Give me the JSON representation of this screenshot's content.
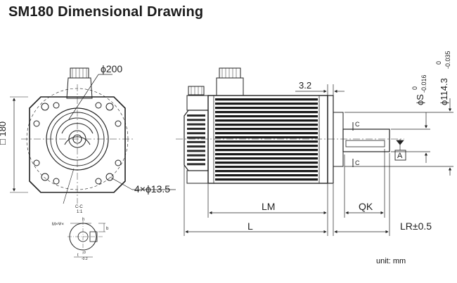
{
  "title": "SM180 Dimensional Drawing",
  "unit_note": "unit: mm",
  "front_view": {
    "square_label": "□ 180",
    "circle_label": "ϕ200",
    "holes_label": "4×ϕ13.5"
  },
  "side_view": {
    "flange_label": "3.2",
    "LM": "LM",
    "L": "L",
    "QK": "QK",
    "LR": "LR±0.5",
    "shaft_dia": "ϕS",
    "shaft_tol_upper": "0",
    "shaft_tol_lower": "-0.016",
    "pilot_dia": "ϕ114.3",
    "pilot_tol_upper": "0",
    "pilot_tol_lower": "-0.035",
    "datum": "A",
    "section_mark": "C"
  },
  "section": {
    "label": "C-C",
    "scale": "1:1",
    "key_label": "M×Ψ×",
    "h": "h",
    "b": "b",
    "t_label": "t",
    "t_tol": "-0.2",
    "t_upper": "0"
  }
}
